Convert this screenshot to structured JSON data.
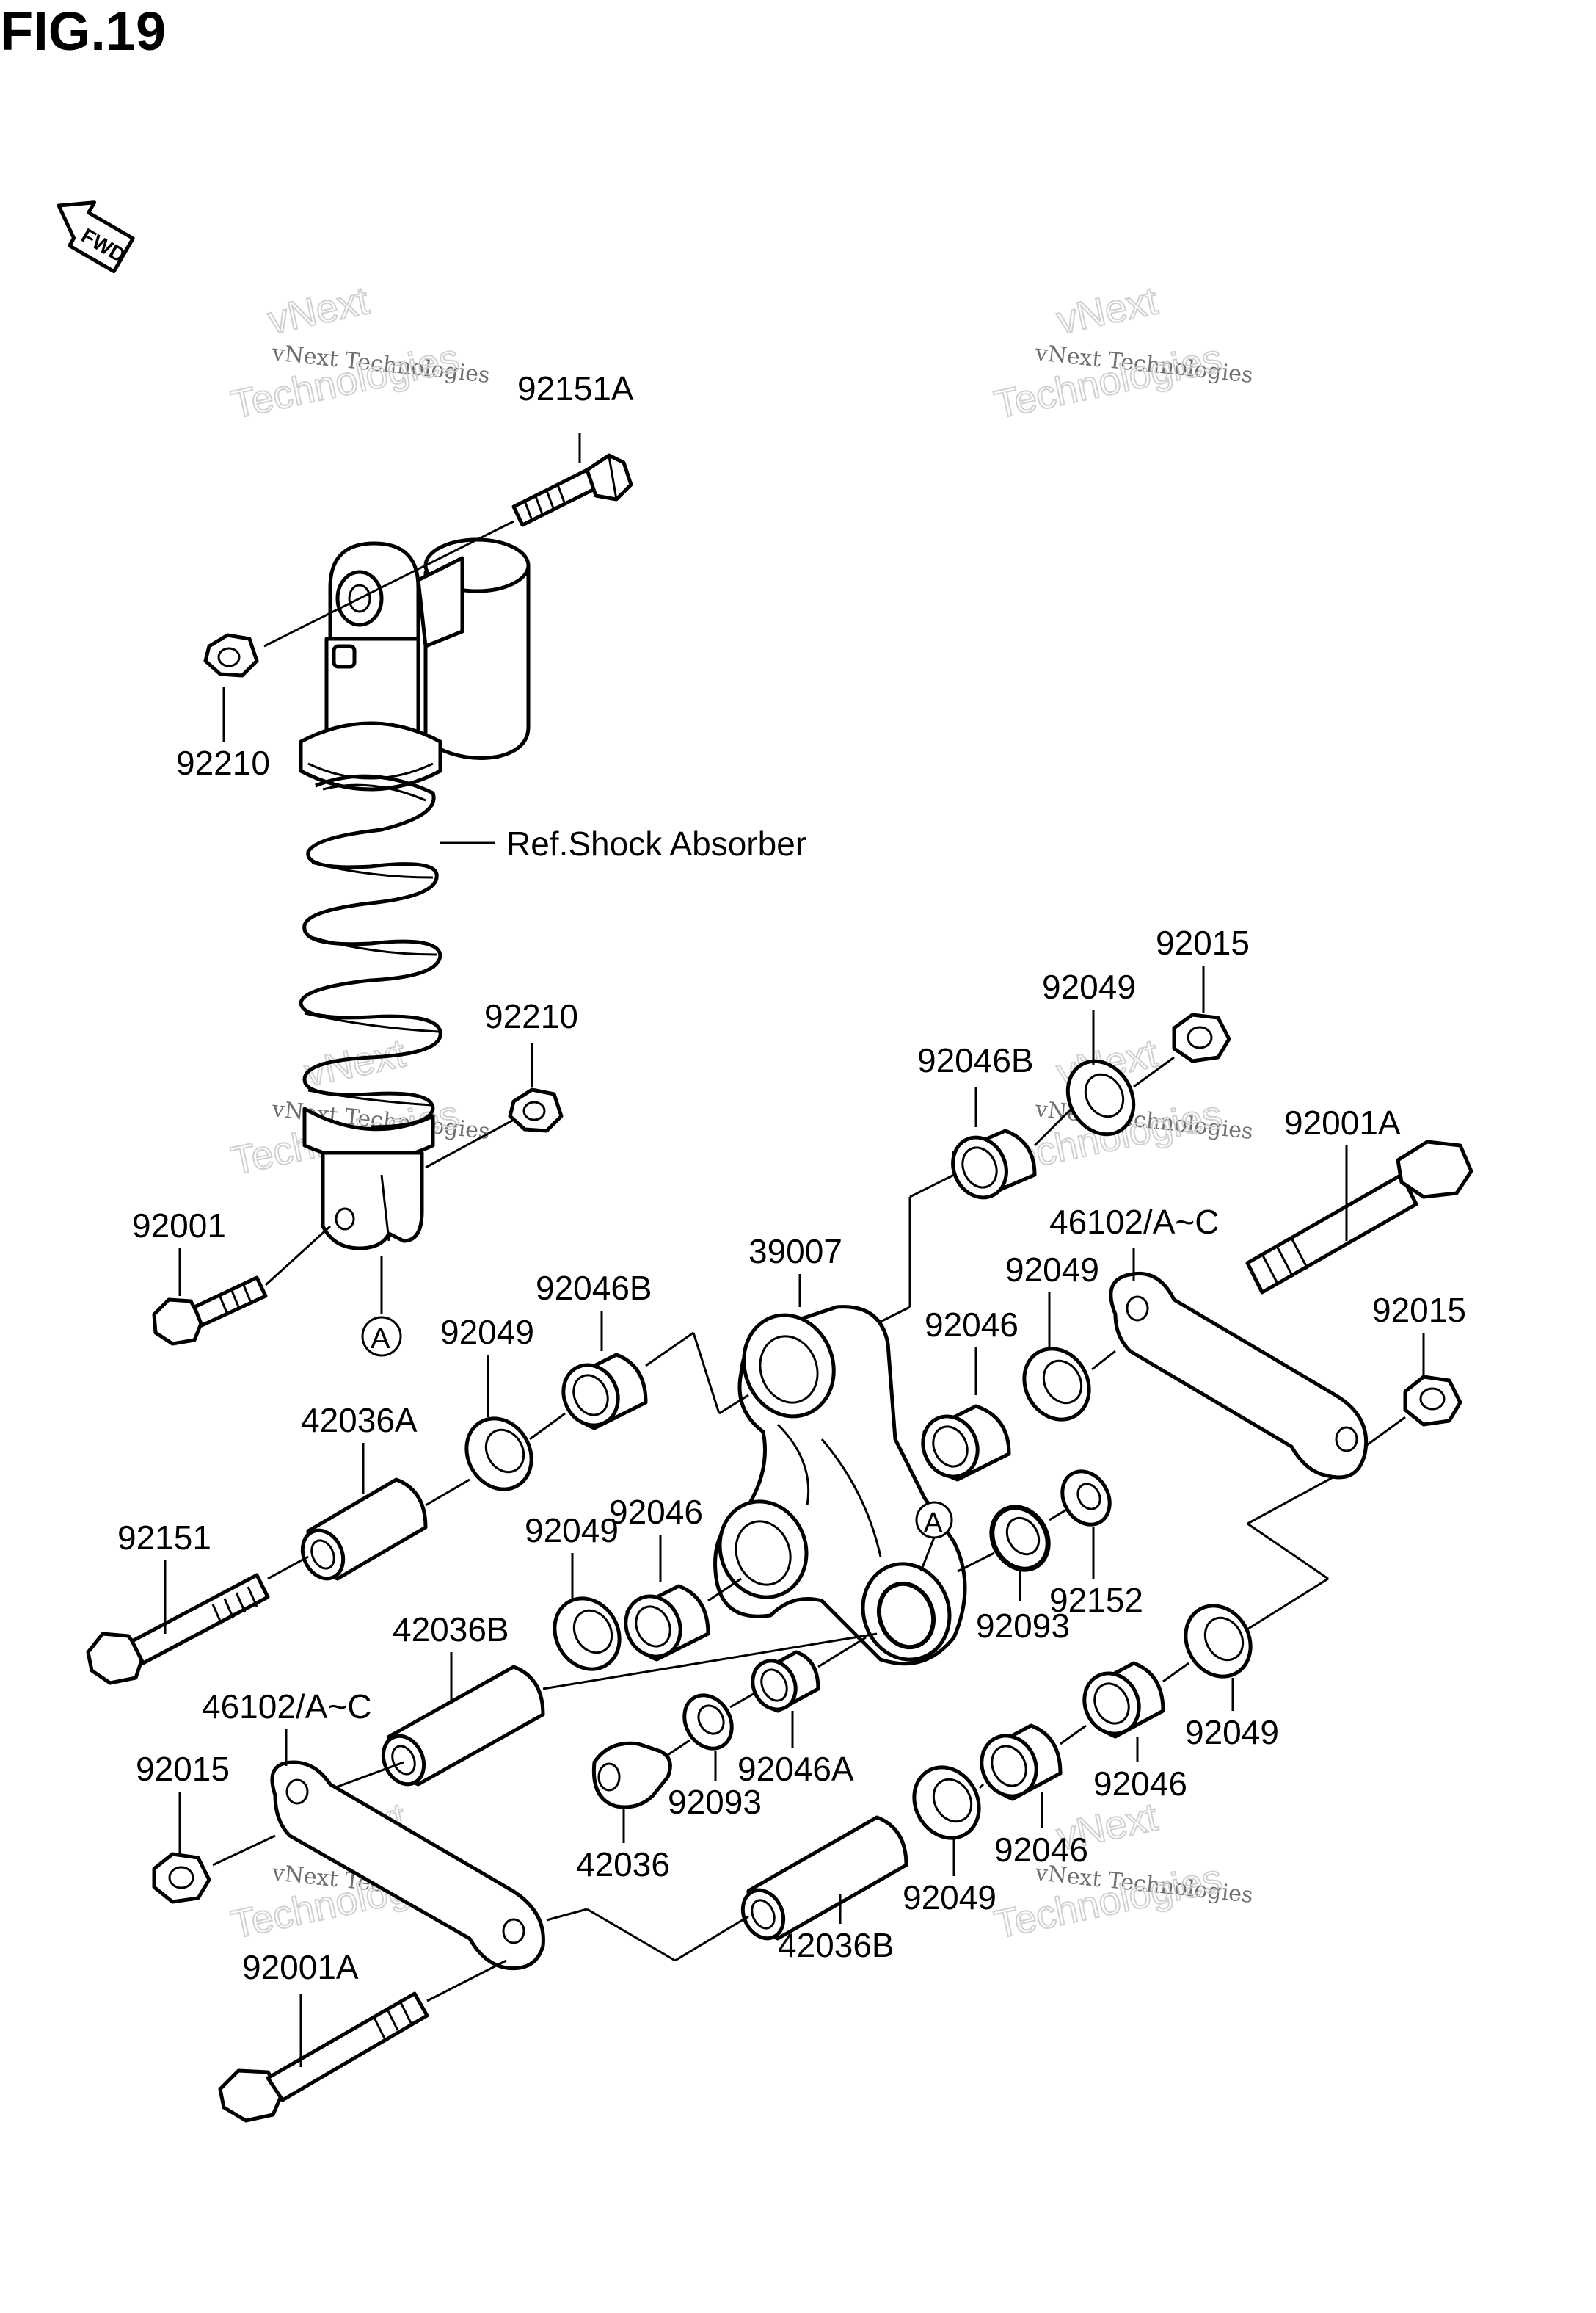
{
  "figure": {
    "title": "FIG.19",
    "direction_badge": "FWD"
  },
  "watermark": {
    "small_text": "vNext Technologies",
    "brand_top": "vNext",
    "brand_bottom": "Technologies"
  },
  "labels": {
    "p92151A": "92151A",
    "p92210_top": "92210",
    "ref_shock": "Ref.Shock Absorber",
    "p92210_mid": "92210",
    "p92001": "92001",
    "ref_a_shock": "A",
    "p92015_top": "92015",
    "p92049_top": "92049",
    "p92046B_top": "92046B",
    "p92001A_right": "92001A",
    "p39007": "39007",
    "p46102_right": "46102/A~C",
    "p92046B_left": "92046B",
    "p92049_left": "92049",
    "p92049_center": "92049",
    "p92046_center": "92046",
    "p92015_right": "92015",
    "p42036A": "42036A",
    "p92151": "92151",
    "p92046_mid": "92046",
    "p92049_mid": "92049",
    "ref_a_link": "A",
    "p92152": "92152",
    "p92093_right": "92093",
    "p42036B_upper": "42036B",
    "p46102_left": "46102/A~C",
    "p92015_left": "92015",
    "p92046A": "92046A",
    "p92093_low": "92093",
    "p42036": "42036",
    "p92049_bot": "92049",
    "p92046_bot": "92046",
    "p92046_low": "92046",
    "p92049_low": "92049",
    "p42036B_low": "42036B",
    "p92001A_left": "92001A"
  }
}
